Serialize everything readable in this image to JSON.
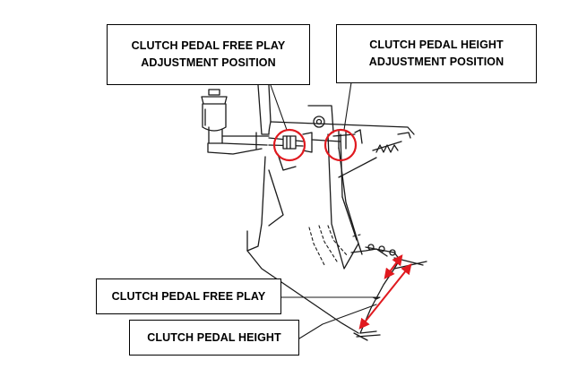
{
  "callouts": {
    "free_play_position": {
      "line1": "CLUTCH PEDAL FREE PLAY",
      "line2": "ADJUSTMENT POSITION"
    },
    "height_position": {
      "line1": "CLUTCH PEDAL HEIGHT",
      "line2": "ADJUSTMENT POSITION"
    },
    "free_play": {
      "text": "CLUTCH PEDAL FREE PLAY"
    },
    "height": {
      "text": "CLUTCH PEDAL HEIGHT"
    }
  },
  "colors": {
    "highlight": "#e0191f",
    "line": "#1a1a1a"
  }
}
